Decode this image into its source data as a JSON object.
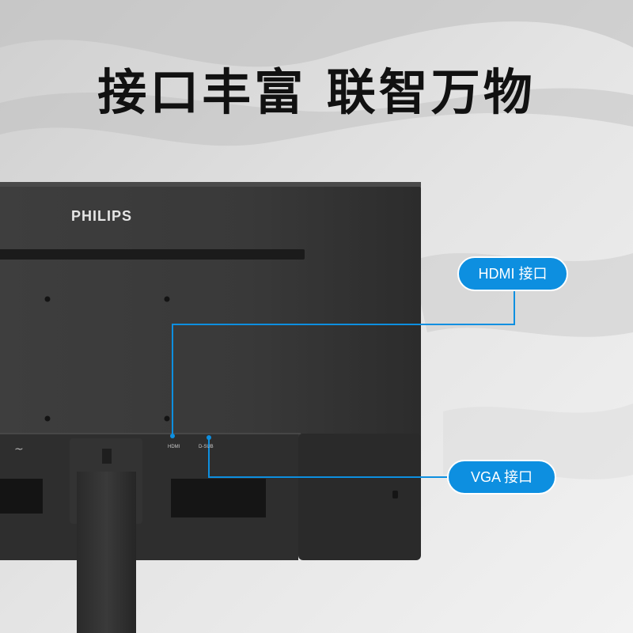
{
  "headline": "接口丰富 联智万物",
  "brand": "PHILIPS",
  "callouts": {
    "hdmi": "HDMI 接口",
    "vga": "VGA 接口"
  },
  "port_labels": {
    "power": "~",
    "hdmi": "HDMI",
    "vga": "D-SUB"
  },
  "colors": {
    "accent": "#0d8fe0",
    "monitor": "#3a3a3a",
    "text": "#111111"
  }
}
